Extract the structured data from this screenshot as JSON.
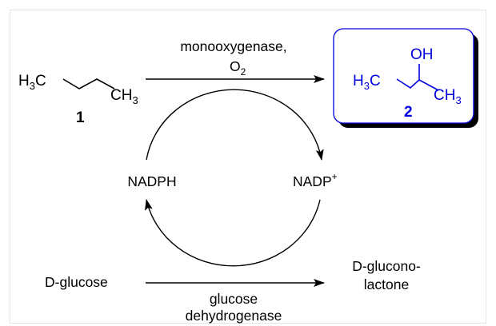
{
  "colors": {
    "product": "#0000e0",
    "frame": "#e5e5e5",
    "ink": "#000000"
  },
  "reactant": {
    "left_group": {
      "main": "H",
      "sub": "3",
      "tail": "C"
    },
    "right_group": {
      "main": "CH",
      "sub": "3"
    },
    "number": "1"
  },
  "product": {
    "oh": "OH",
    "left_group": {
      "main": "H",
      "sub": "3",
      "tail": "C"
    },
    "right_group": {
      "main": "CH",
      "sub": "3"
    },
    "number": "2"
  },
  "top_reaction": {
    "enzyme": "monooxygenase,",
    "oxidant_main": "O",
    "oxidant_sub": "2"
  },
  "cycle": {
    "left_cofactor": "NADPH",
    "right_cofactor_main": "NADP",
    "right_cofactor_sup": "+"
  },
  "bottom_reaction": {
    "substrate": "D-glucose",
    "product_line1": "D-glucono-",
    "product_line2": "lactone",
    "enzyme_line1": "glucose",
    "enzyme_line2": "dehydrogenase"
  }
}
